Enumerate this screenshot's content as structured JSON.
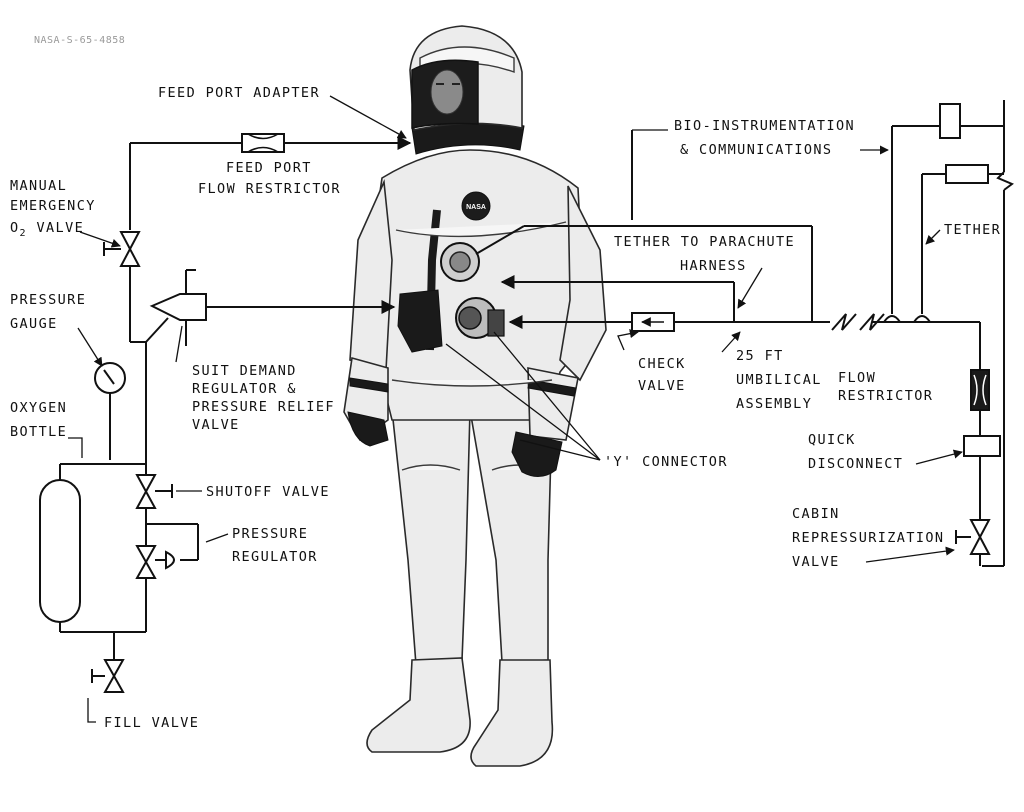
{
  "photo_reference": "NASA-S-65-4858",
  "labels": {
    "feed_port_adapter": "FEED PORT ADAPTER",
    "feed_port_flow_restrictor_1": "FEED PORT",
    "feed_port_flow_restrictor_2": "FLOW RESTRICTOR",
    "manual_emergency_1": "MANUAL",
    "manual_emergency_2": "EMERGENCY",
    "manual_emergency_3": "O",
    "manual_emergency_3_sub": "2",
    "manual_emergency_3_rest": " VALVE",
    "pressure_gauge_1": "PRESSURE",
    "pressure_gauge_2": "GAUGE",
    "oxygen_bottle_1": "OXYGEN",
    "oxygen_bottle_2": "BOTTLE",
    "suit_demand_1": "SUIT DEMAND",
    "suit_demand_2": "REGULATOR &",
    "suit_demand_3": "PRESSURE RELIEF",
    "suit_demand_4": "VALVE",
    "shutoff_valve": "SHUTOFF VALVE",
    "pressure_regulator_1": "PRESSURE",
    "pressure_regulator_2": "REGULATOR",
    "fill_valve": "FILL VALVE",
    "bio_1": "BIO-INSTRUMENTATION",
    "bio_2": "& COMMUNICATIONS",
    "tether_parachute_1": "TETHER TO PARACHUTE",
    "tether_parachute_2": "HARNESS",
    "tether": "TETHER",
    "check_valve_1": "CHECK",
    "check_valve_2": "VALVE",
    "umbilical_1": "25 FT",
    "umbilical_2": "UMBILICAL",
    "umbilical_3": "ASSEMBLY",
    "flow_restrictor_1": "FLOW",
    "flow_restrictor_2": "RESTRICTOR",
    "quick_disconnect_1": "QUICK",
    "quick_disconnect_2": "DISCONNECT",
    "cabin_1": "CABIN",
    "cabin_2": "REPRESSURIZATION",
    "cabin_3": "VALVE",
    "y_connector": "'Y' CONNECTOR"
  },
  "suit_insignia": "NASA",
  "colors": {
    "ink": "#111111",
    "paper": "#ffffff",
    "suit": "#ececec"
  }
}
